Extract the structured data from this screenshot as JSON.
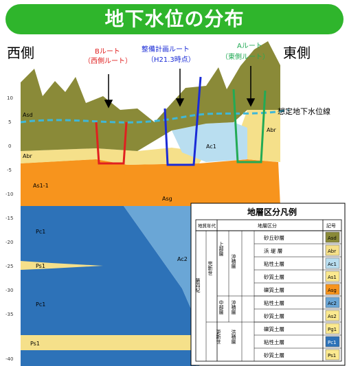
{
  "title": "地下水位の分布",
  "west_label": "西側",
  "east_label": "東側",
  "routes": {
    "b_route": {
      "name": "Bルート",
      "sub": "（西側ルート）"
    },
    "plan_route": {
      "name": "整備計画ルート",
      "sub": "（H21.3時点）"
    },
    "a_route": {
      "name": "Aルート",
      "sub": "（東側ルート）"
    }
  },
  "water_table_label": "想定地下水位線",
  "layer_labels": {
    "asd": "Asd",
    "abr_left": "Abr",
    "abr_right": "Abr",
    "ac1": "Ac1",
    "as1_1": "As1-1",
    "asg": "Asg",
    "pc1_top": "Pc1",
    "ps1_mid": "Ps1",
    "pc1_low": "Pc1",
    "ps1_bottom": "Ps1",
    "ac2": "Ac2"
  },
  "y_ticks": [
    "10",
    "5",
    "0",
    "-5",
    "-10",
    "-15",
    "-20",
    "-25",
    "-30",
    "-35",
    "-40"
  ],
  "legend": {
    "title": "地層区分凡例",
    "header": {
      "era": "地質年代",
      "class": "地層区分",
      "symbol": "記号"
    },
    "era_quaternary": "第四紀",
    "era_holocene": "完新世",
    "era_pleistocene": "更新世",
    "upper": "上部層",
    "middle": "中部層",
    "alluvial_upper": "沖積層",
    "alluvial_middle": "沖積層",
    "diluvial": "洪積層",
    "rows": [
      {
        "name": "砂丘砂層",
        "code": "Asd",
        "color": "#8a8a38"
      },
      {
        "name": "浜 堤 層",
        "code": "Abr",
        "color": "#f5e08a"
      },
      {
        "name": "粘性土層",
        "code": "Ac1",
        "color": "#b9def0"
      },
      {
        "name": "砂質土層",
        "code": "As1",
        "color": "#fbe98f"
      },
      {
        "name": "礫質土層",
        "code": "Asg",
        "color": "#f7941d"
      },
      {
        "name": "粘性土層",
        "code": "Ac2",
        "color": "#6aa6d6"
      },
      {
        "name": "砂質土層",
        "code": "As2",
        "color": "#fbe98f"
      },
      {
        "name": "礫質土層",
        "code": "Pg1",
        "color": "#fbe98f"
      },
      {
        "name": "粘性土層",
        "code": "Pc1",
        "color": "#2d72b8"
      },
      {
        "name": "砂質土層",
        "code": "Ps1",
        "color": "#fbe98f"
      }
    ]
  }
}
